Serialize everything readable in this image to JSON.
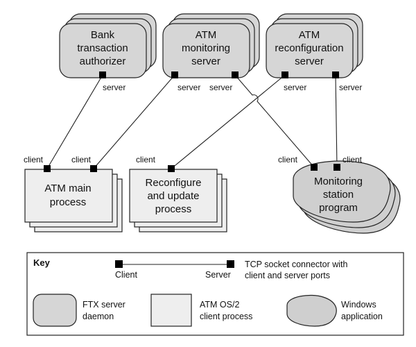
{
  "nodes": {
    "bank": {
      "lines": [
        "Bank",
        "transaction",
        "authorizer"
      ],
      "port": "server"
    },
    "monitoring_server": {
      "lines": [
        "ATM",
        "monitoring",
        "server"
      ],
      "port_left": "server",
      "port_right": "server"
    },
    "reconfig_server": {
      "lines": [
        "ATM",
        "reconfiguration",
        "server"
      ],
      "port_left": "server",
      "port_right": "server"
    },
    "atm_main": {
      "lines": [
        "ATM main",
        "process"
      ],
      "port_left": "client",
      "port_right": "client"
    },
    "reconfigure_update": {
      "lines": [
        "Reconfigure",
        "and update",
        "process"
      ],
      "port": "client"
    },
    "monitoring_station": {
      "lines": [
        "Monitoring",
        "station",
        "program"
      ],
      "port_left": "client",
      "port_right": "client"
    }
  },
  "key": {
    "title": "Key",
    "connector": {
      "client": "Client",
      "server": "Server",
      "desc": [
        "TCP socket connector with",
        "client and server ports"
      ]
    },
    "ftx": [
      "FTX server",
      "daemon"
    ],
    "os2": [
      "ATM OS/2",
      "client process"
    ],
    "windows": [
      "Windows",
      "application"
    ]
  },
  "colors": {
    "server_fill": "#d6d6d6",
    "client_fill": "#eeeeee",
    "window_fill": "#cfcfcf",
    "stroke": "#222222",
    "port": "#000000"
  }
}
